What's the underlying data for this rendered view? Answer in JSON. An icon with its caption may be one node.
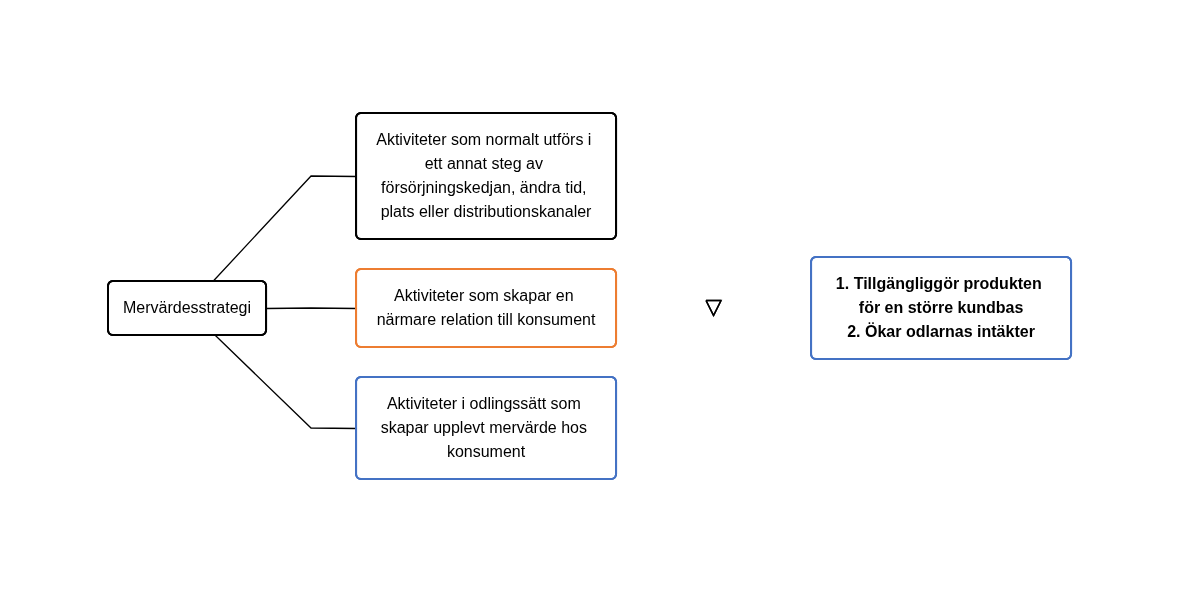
{
  "diagram": {
    "nodes": [
      {
        "text": [
          "Mervärdesstrategi"
        ]
      },
      {
        "text": [
          "Aktiviteter som normalt utförs i ett annat steg av försörjningskedjan, ändra tid, plats eller distributionskanaler"
        ]
      },
      {
        "text": [
          "Aktiviteter som skapar en närmare relation till konsument"
        ]
      },
      {
        "text": [
          "Aktiviteter i odlingssätt som skapar upplevt mervärde hos konsument"
        ]
      },
      {
        "text": [],
        "shape": "triangle"
      },
      {
        "text": [
          "1. Tillgängliggör produkten för en större kundbas",
          "2. Ökar odlarnas intäkter"
        ]
      }
    ],
    "edges": [
      {
        "from": 0,
        "to": 1,
        "arrow": "none"
      },
      {
        "from": 0,
        "to": 2,
        "arrow": "none"
      },
      {
        "from": 0,
        "to": 3,
        "arrow": "none"
      }
    ]
  }
}
